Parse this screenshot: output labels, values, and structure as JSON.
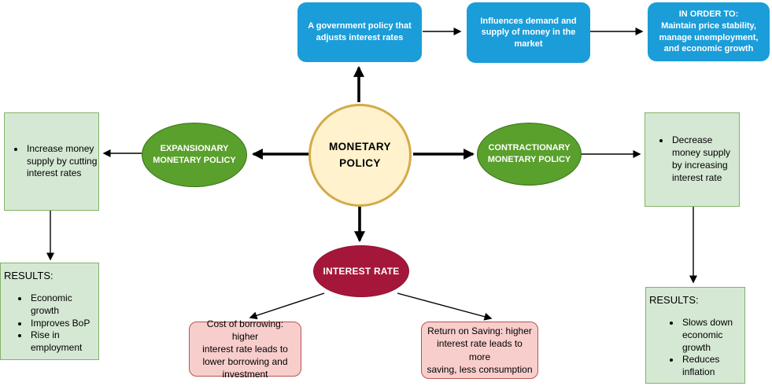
{
  "colors": {
    "process_blue": "#1b9dd9",
    "policy_green": "#5aa02c",
    "light_green_fill": "#d5e8d4",
    "light_green_border": "#82b366",
    "center_fill": "#fff2cc",
    "center_border": "#d6b656",
    "interest_red": "#a5173a",
    "pink_fill": "#f8cecc",
    "pink_border": "#b85450",
    "connector": "#000000"
  },
  "center": {
    "label": "MONETARY\nPOLICY"
  },
  "top_flow": {
    "step1": "A government policy that\nadjusts interest rates",
    "step2": "Influences demand and\nsupply of money in the\nmarket",
    "step3": "IN ORDER TO:\nMaintain price stability,\nmanage unemployment,\nand economic growth"
  },
  "expansionary": {
    "label": "EXPANSIONARY\nMONETARY POLICY",
    "action": "Increase money supply by cutting interest rates",
    "results_title": "RESULTS:",
    "results": [
      "Economic growth",
      "Improves BoP",
      "Rise in employment"
    ]
  },
  "contractionary": {
    "label": "CONTRACTIONARY\nMONETARY POLICY",
    "action": "Decrease money supply by increasing interest rate",
    "results_title": "RESULTS:",
    "results": [
      "Slows down economic growth",
      "Reduces inflation"
    ]
  },
  "interest_rate": {
    "label": "INTEREST RATE",
    "effect_borrowing": "Cost of borrowing: higher\ninterest rate leads to\nlower borrowing and\ninvestment",
    "effect_saving": "Return on Saving: higher\ninterest rate leads to more\nsaving, less consumption"
  }
}
